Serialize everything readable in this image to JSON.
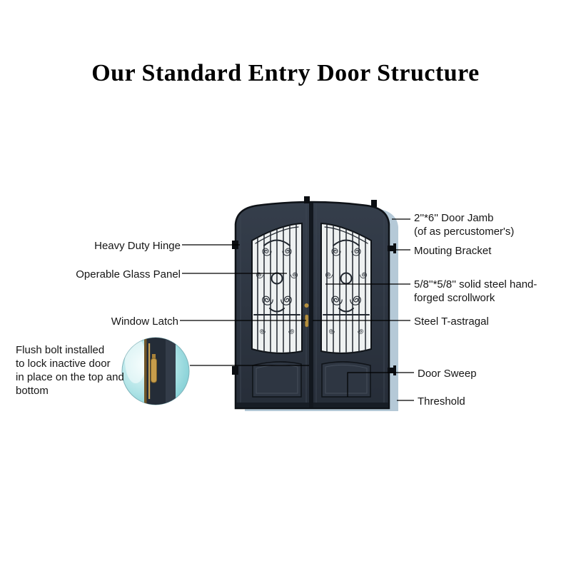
{
  "title": "Our Standard Entry Door Structure",
  "callouts": {
    "heavy_duty_hinge": "Heavy Duty Hinge",
    "operable_glass_panel": "Operable Glass Panel",
    "window_latch": "Window Latch",
    "flush_bolt": "Flush bolt installed\nto lock inactive door\nin place on the top and\nbottom",
    "door_jamb": "2''*6'' Door Jamb\n(of as percustomer's)",
    "mounting_bracket": "Mouting Bracket",
    "scrollwork": "5/8''*5/8'' solid steel hand-\nforged scrollwork",
    "steel_t_astragal": "Steel T-astragal",
    "door_sweep": "Door Sweep",
    "threshold": "Threshold"
  },
  "colors": {
    "door_body": "#2b3340",
    "door_outline": "#0e1217",
    "jamb_shadow": "#b5c9d7",
    "glass": "#eef1f1",
    "scrollwork": "#20262e",
    "hardware_gold": "#b6913f",
    "inset_cyan": "#8fd4da",
    "callout_line": "#000000"
  }
}
